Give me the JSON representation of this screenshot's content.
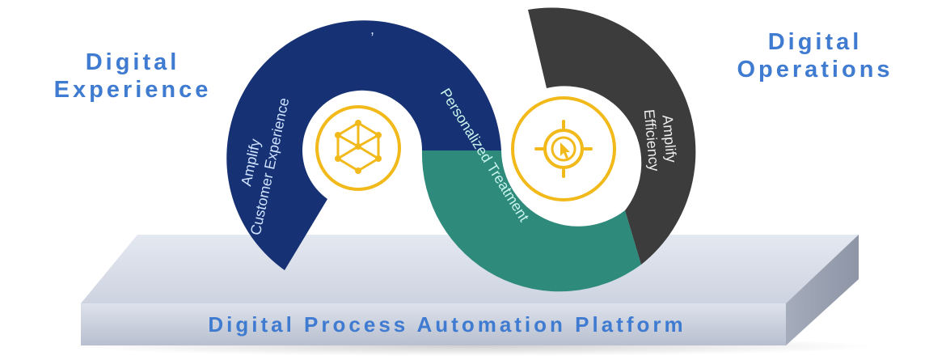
{
  "colors": {
    "heading_blue": "#3f7bd0",
    "navy_segment": "#163174",
    "teal_segment": "#2e8b7c",
    "dark_segment": "#3c3c3c",
    "gold_ring": "#f2b91b",
    "segment_text_light": "#cfe3ff",
    "segment_text_teal": "#d6f3ee",
    "platform_text": "#3f7bd0"
  },
  "headings": {
    "left_line1": "Digital",
    "left_line2": "Experience",
    "right_line1": "Digital",
    "right_line2": "Operations"
  },
  "segments": {
    "navy_label_line1": "Amplify",
    "navy_label_line2": "Customer Experience",
    "navy_mark": ",",
    "teal_label": "Personalized Treatment",
    "dark_label_line1": "Amplify",
    "dark_label_line2": "Efficiency"
  },
  "icons": {
    "left": "hexagon-network-icon",
    "right": "target-cursor-icon"
  },
  "platform": {
    "label": "Digital Process Automation Platform"
  }
}
